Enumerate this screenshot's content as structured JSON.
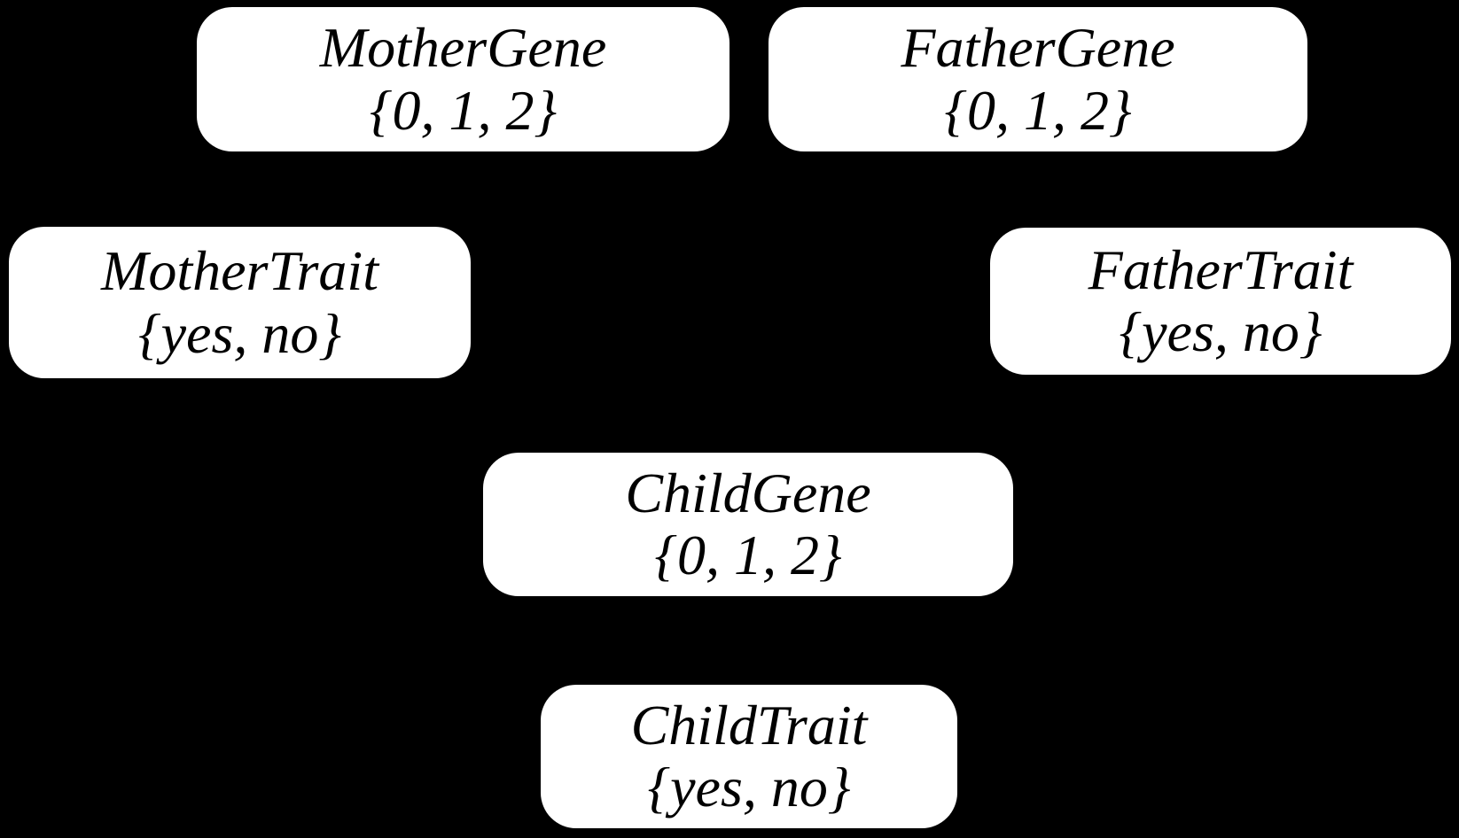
{
  "diagram": {
    "type": "bayesian-network",
    "colors": {
      "background": "#000000",
      "node_fill": "#ffffff",
      "node_text": "#000000"
    },
    "nodes": {
      "mother_gene": {
        "name": "MotherGene",
        "domain": "{0, 1, 2}"
      },
      "father_gene": {
        "name": "FatherGene",
        "domain": "{0, 1, 2}"
      },
      "mother_trait": {
        "name": "MotherTrait",
        "domain": "{yes, no}"
      },
      "father_trait": {
        "name": "FatherTrait",
        "domain": "{yes, no}"
      },
      "child_gene": {
        "name": "ChildGene",
        "domain": "{0, 1, 2}"
      },
      "child_trait": {
        "name": "ChildTrait",
        "domain": "{yes, no}"
      }
    }
  }
}
